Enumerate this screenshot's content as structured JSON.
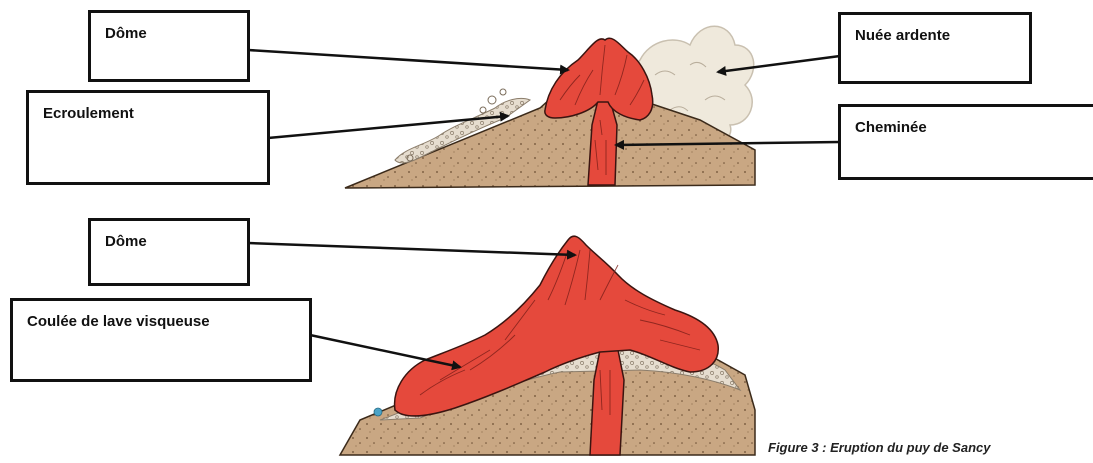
{
  "labels": {
    "dome_top": "Dôme",
    "collapse": "Ecroulement",
    "nuee_ardente": "Nuée ardente",
    "chimney": "Cheminée",
    "dome_bottom": "Dôme",
    "lava_flow": "Coulée de lave visqueuse"
  },
  "caption": "Figure 3 : Eruption du puy de Sancy",
  "colors": {
    "lava": "#e5493c",
    "lava_crack": "#7a1e18",
    "ground": "#c9a783",
    "ground_dark": "#8a6a4a",
    "ash_cloud": "#efe9dc",
    "debris": "#d8cfc0",
    "arrow": "#111111"
  }
}
